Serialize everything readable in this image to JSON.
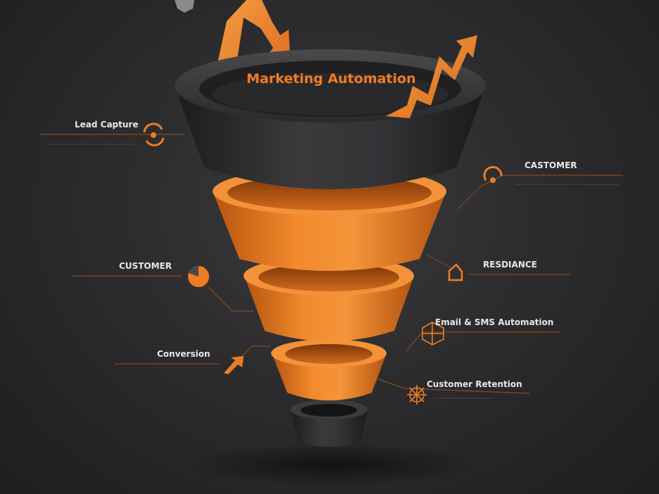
{
  "diagram": {
    "title": "Marketing Automation",
    "labels": [
      {
        "id": "lead-capture",
        "text": "Lead Capture"
      },
      {
        "id": "castomer",
        "text": "CASTOMER"
      },
      {
        "id": "customer",
        "text": "CUSTOMER"
      },
      {
        "id": "resdiance",
        "text": "RESDIANCE"
      },
      {
        "id": "email-sms",
        "text": "Email & SMS Automation"
      },
      {
        "id": "conversion",
        "text": "Conversion"
      },
      {
        "id": "customer-retention",
        "text": "Customer Retention"
      }
    ]
  },
  "colors": {
    "accent": "#f07c22",
    "dark_ring": "#2b2b2d",
    "background": "#2c2c2e"
  }
}
